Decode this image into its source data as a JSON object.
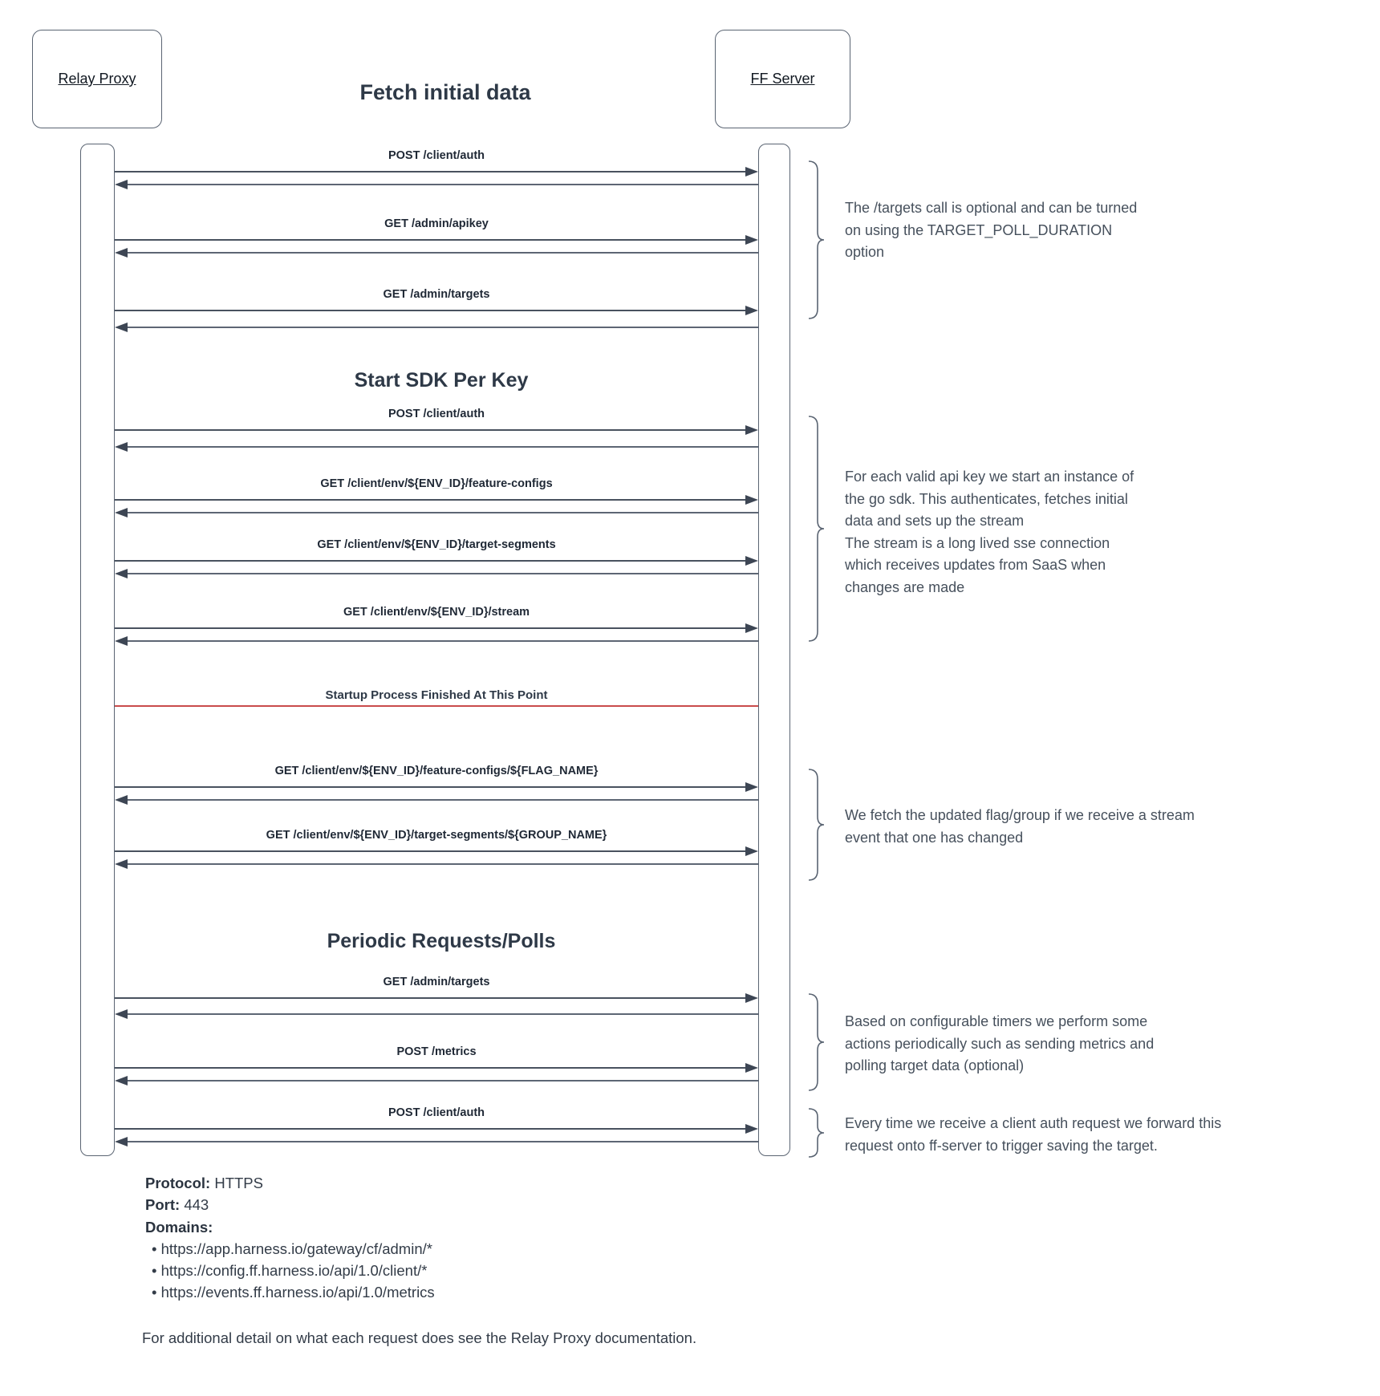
{
  "actors": {
    "left": "Relay Proxy",
    "right": "FF Server"
  },
  "title": "Fetch initial data",
  "section_headers": {
    "start_sdk": "Start SDK Per Key",
    "periodic": "Periodic Requests/Polls"
  },
  "divider": {
    "label": "Startup Process Finished At This Point",
    "color": "#c94c4c"
  },
  "messages": [
    {
      "label": "POST /client/auth"
    },
    {
      "label": "GET /admin/apikey"
    },
    {
      "label": "GET /admin/targets"
    },
    {
      "label": "POST /client/auth"
    },
    {
      "label": "GET /client/env/${ENV_ID}/feature-configs"
    },
    {
      "label": "GET /client/env/${ENV_ID}/target-segments"
    },
    {
      "label": "GET /client/env/${ENV_ID}/stream"
    },
    {
      "label": "GET /client/env/${ENV_ID}/feature-configs/${FLAG_NAME}"
    },
    {
      "label": "GET /client/env/${ENV_ID}/target-segments/${GROUP_NAME}"
    },
    {
      "label": "GET /admin/targets"
    },
    {
      "label": "POST /metrics"
    },
    {
      "label": "POST /client/auth"
    }
  ],
  "annotations": [
    {
      "lines": [
        "The /targets call is optional and can be turned",
        "on using the TARGET_POLL_DURATION",
        "option"
      ]
    },
    {
      "lines": [
        "For each valid api key we start an instance of",
        "the go sdk. This authenticates, fetches initial",
        "data and sets up the stream",
        "The stream is a long lived sse connection",
        "which receives updates from SaaS when",
        "changes are made"
      ]
    },
    {
      "lines": [
        "We fetch the updated flag/group if we receive a stream",
        "event that one has changed"
      ]
    },
    {
      "lines": [
        "Based on configurable timers we perform some",
        "actions periodically such as sending metrics and",
        "polling target data (optional)"
      ]
    },
    {
      "lines": [
        "Every time we receive a client auth request we forward this",
        "request onto ff-server to trigger saving the target."
      ]
    }
  ],
  "footer": {
    "protocol_label": "Protocol:",
    "protocol_value": "HTTPS",
    "port_label": "Port:",
    "port_value": "443",
    "domains_label": "Domains:",
    "domains": [
      "https://app.harness.io/gateway/cf/admin/*",
      "https://config.ff.harness.io/api/1.0/client/*",
      "https://events.ff.harness.io/api/1.0/metrics"
    ],
    "note": "For additional detail on what each request does see the Relay Proxy documentation."
  },
  "colors": {
    "text_dark": "#2e3947",
    "annotation_text": "#46505c",
    "arrow_line": "#49525f",
    "border": "#5a6472",
    "divider_red": "#c94c4c"
  }
}
